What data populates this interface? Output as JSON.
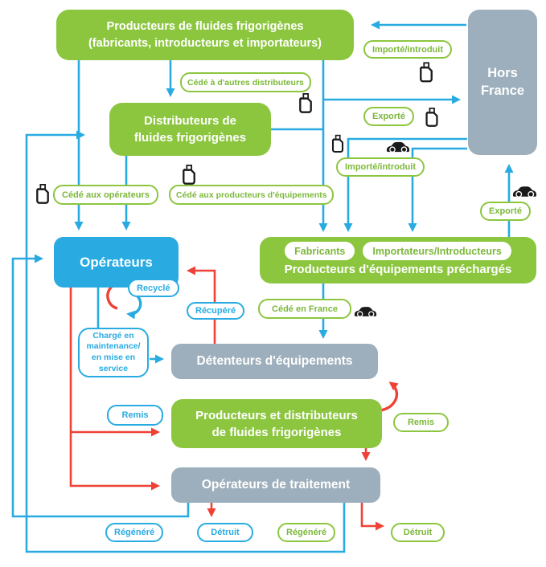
{
  "colors": {
    "green": "#8CC63F",
    "blue": "#29ABE2",
    "red": "#EF4136",
    "gray": "#9DAFBC"
  },
  "boxes": {
    "producteurs_fluides": {
      "line1": "Producteurs de fluides frigorigènes",
      "line2": "(fabricants, introducteurs et importateurs)"
    },
    "hors_france": {
      "line1": "Hors",
      "line2": "France"
    },
    "distributeurs": {
      "line1": "Distributeurs de",
      "line2": "fluides frigorigènes"
    },
    "producteurs_equipements": {
      "pill_fabricants": "Fabricants",
      "pill_importateurs": "Importateurs/Introducteurs",
      "caption": "Producteurs d'équipements préchargés"
    },
    "operateurs": {
      "text": "Opérateurs"
    },
    "charge": {
      "line1": "Chargé en",
      "line2": "maintenance/",
      "line3": "en mise en",
      "line4": "service"
    },
    "detenteurs": {
      "text": "Détenteurs d'équipements"
    },
    "producteurs_distributeurs": {
      "line1": "Producteurs et distributeurs",
      "line2": "de fluides frigorigènes"
    },
    "operateurs_traitement": {
      "text": "Opérateurs de traitement"
    }
  },
  "labels": {
    "importe_introduit_haut": "Importé/introduit",
    "cede_autres_distributeurs": "Cédé à d'autres distributeurs",
    "exporte_haut": "Exporté",
    "importe_introduit_milieu": "Importé/introduit",
    "exporte_droite": "Exporté",
    "cede_aux_operateurs": "Cédé aux opérateurs",
    "cede_aux_producteurs": "Cédé aux producteurs d'équipements",
    "cede_en_france": "Cédé en France",
    "recycle": "Recyclé",
    "recupere": "Récupéré",
    "remis_gauche": "Remis",
    "remis_droite": "Remis",
    "regenere_gauche": "Régénéré",
    "detruit_gauche": "Détruit",
    "regenere_droite": "Régénéré",
    "detruit_droite": "Détruit"
  }
}
